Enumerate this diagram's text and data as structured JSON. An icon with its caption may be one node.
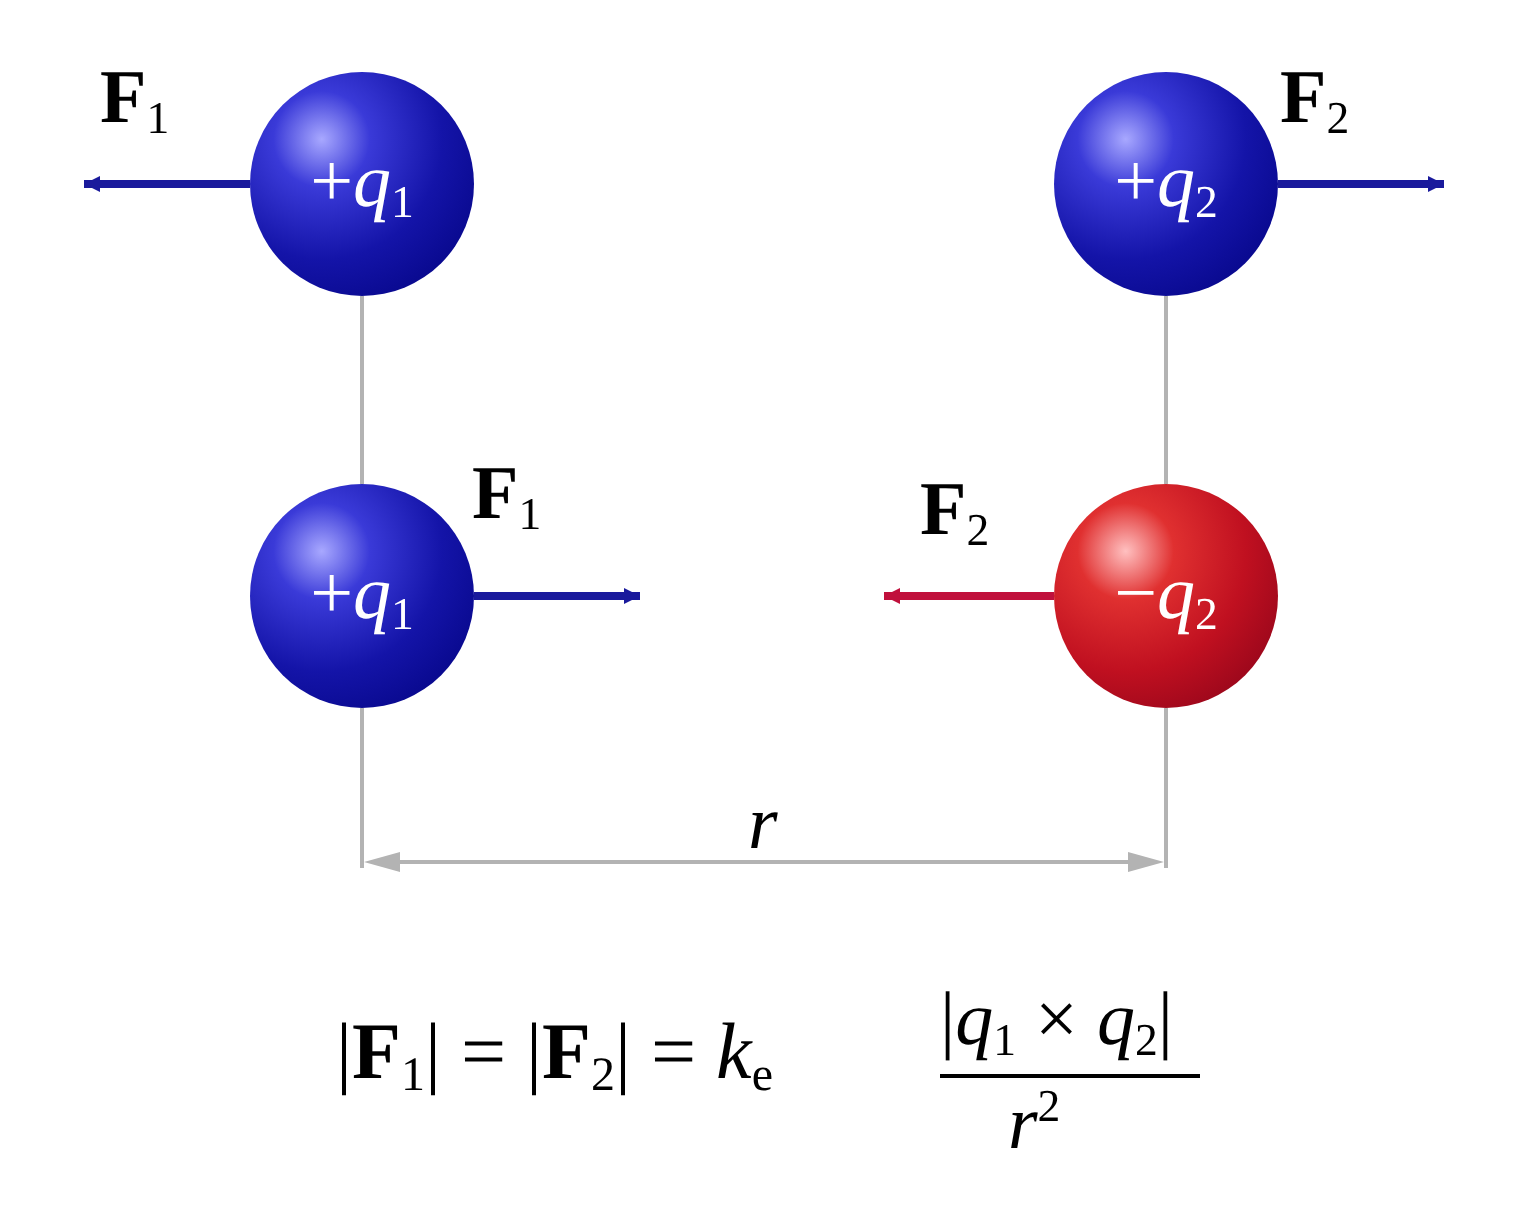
{
  "diagram": {
    "nodes": [
      {
        "text": [
          "+*q*$_{1}$"
        ]
      },
      {
        "text": [
          "+*q*$_{2}$"
        ]
      },
      {
        "text": [
          "+*q*$_{1}$"
        ]
      },
      {
        "text": [
          "−*q*$_{2}$"
        ]
      }
    ],
    "edges": [
      {
        "from": 0,
        "to": null,
        "arrow": "to",
        "label": "**F**$_{1}$",
        "color": "#1a1a9c"
      },
      {
        "from": 1,
        "to": null,
        "arrow": "to",
        "label": "**F**$_{2}$",
        "color": "#1a1a9c"
      },
      {
        "from": 2,
        "to": null,
        "arrow": "to",
        "label": "**F**$_{1}$",
        "color": "#1a1a9c"
      },
      {
        "from": 3,
        "to": null,
        "arrow": "to",
        "label": "**F**$_{2}$",
        "color": "#c0103c"
      },
      {
        "from": 0,
        "to": 2,
        "arrow": "none",
        "color": "#b3b3b3"
      },
      {
        "from": 1,
        "to": 3,
        "arrow": "none",
        "color": "#b3b3b3"
      }
    ],
    "labels": [
      "*r*",
      "|**F**$_{1}$| = |**F**$_{2}$| = *k*$_{e}$",
      "|*q*$_{1}$ × *q*$_{2}$|",
      "*r*$^{2}$"
    ]
  }
}
